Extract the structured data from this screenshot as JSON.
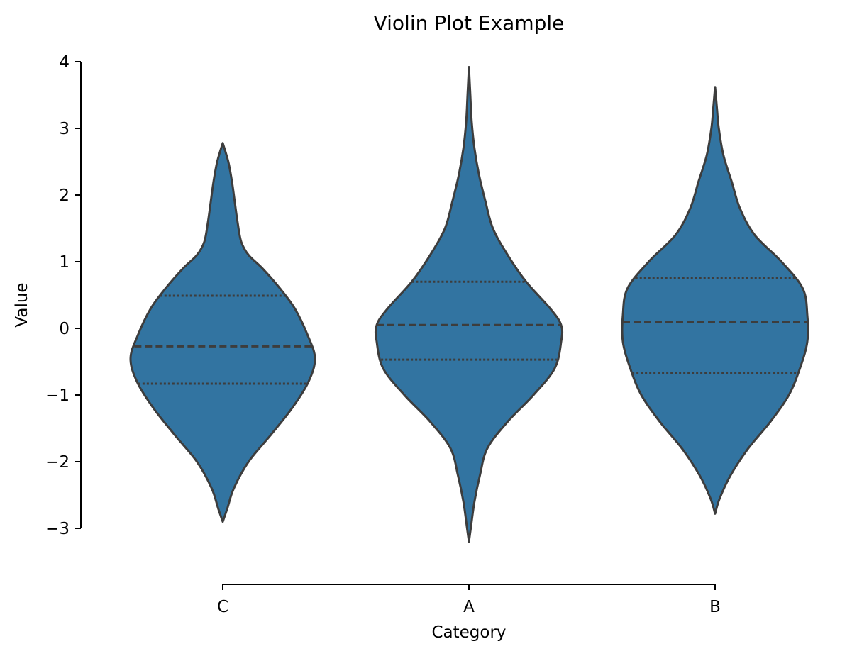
{
  "chart_data": {
    "type": "violin",
    "title": "Violin Plot Example",
    "xlabel": "Category",
    "ylabel": "Value",
    "categories": [
      "C",
      "A",
      "B"
    ],
    "ylim": [
      -3,
      4
    ],
    "yticks": [
      -3,
      -2,
      -1,
      0,
      1,
      2,
      3,
      4
    ],
    "ytick_labels": [
      "−3",
      "−2",
      "−1",
      "0",
      "1",
      "2",
      "3",
      "4"
    ],
    "fill_color": "#3274a1",
    "line_color": "#3d3d3d",
    "grid": false,
    "inner": "quartile",
    "violins": [
      {
        "category": "C",
        "min": -2.9,
        "max": 2.78,
        "q1": -0.83,
        "median": -0.27,
        "q3": 0.49,
        "density": [
          [
            -2.9,
            0.0
          ],
          [
            -2.7,
            0.05
          ],
          [
            -2.4,
            0.12
          ],
          [
            -2.0,
            0.28
          ],
          [
            -1.6,
            0.52
          ],
          [
            -1.2,
            0.75
          ],
          [
            -0.8,
            0.93
          ],
          [
            -0.45,
            1.0
          ],
          [
            -0.1,
            0.92
          ],
          [
            0.3,
            0.78
          ],
          [
            0.6,
            0.62
          ],
          [
            0.9,
            0.43
          ],
          [
            1.1,
            0.28
          ],
          [
            1.3,
            0.2
          ],
          [
            1.6,
            0.16
          ],
          [
            1.9,
            0.13
          ],
          [
            2.2,
            0.1
          ],
          [
            2.5,
            0.06
          ],
          [
            2.78,
            0.0
          ]
        ]
      },
      {
        "category": "A",
        "min": -3.2,
        "max": 3.92,
        "q1": -0.47,
        "median": 0.05,
        "q3": 0.7,
        "density": [
          [
            -3.2,
            0.0
          ],
          [
            -3.0,
            0.02
          ],
          [
            -2.6,
            0.06
          ],
          [
            -2.2,
            0.12
          ],
          [
            -1.8,
            0.2
          ],
          [
            -1.4,
            0.42
          ],
          [
            -1.0,
            0.7
          ],
          [
            -0.6,
            0.93
          ],
          [
            -0.2,
            1.0
          ],
          [
            0.05,
            1.0
          ],
          [
            0.3,
            0.88
          ],
          [
            0.7,
            0.62
          ],
          [
            1.1,
            0.42
          ],
          [
            1.5,
            0.26
          ],
          [
            1.9,
            0.18
          ],
          [
            2.3,
            0.11
          ],
          [
            2.7,
            0.06
          ],
          [
            3.1,
            0.03
          ],
          [
            3.5,
            0.015
          ],
          [
            3.92,
            0.0
          ]
        ]
      },
      {
        "category": "B",
        "min": -2.78,
        "max": 3.62,
        "q1": -0.67,
        "median": 0.1,
        "q3": 0.75,
        "density": [
          [
            -2.78,
            0.0
          ],
          [
            -2.55,
            0.05
          ],
          [
            -2.2,
            0.17
          ],
          [
            -1.8,
            0.36
          ],
          [
            -1.4,
            0.6
          ],
          [
            -1.0,
            0.8
          ],
          [
            -0.6,
            0.92
          ],
          [
            -0.2,
            1.0
          ],
          [
            0.2,
            1.0
          ],
          [
            0.6,
            0.95
          ],
          [
            1.0,
            0.72
          ],
          [
            1.4,
            0.43
          ],
          [
            1.8,
            0.27
          ],
          [
            2.2,
            0.18
          ],
          [
            2.6,
            0.09
          ],
          [
            3.0,
            0.04
          ],
          [
            3.3,
            0.02
          ],
          [
            3.62,
            0.0
          ]
        ]
      }
    ]
  }
}
